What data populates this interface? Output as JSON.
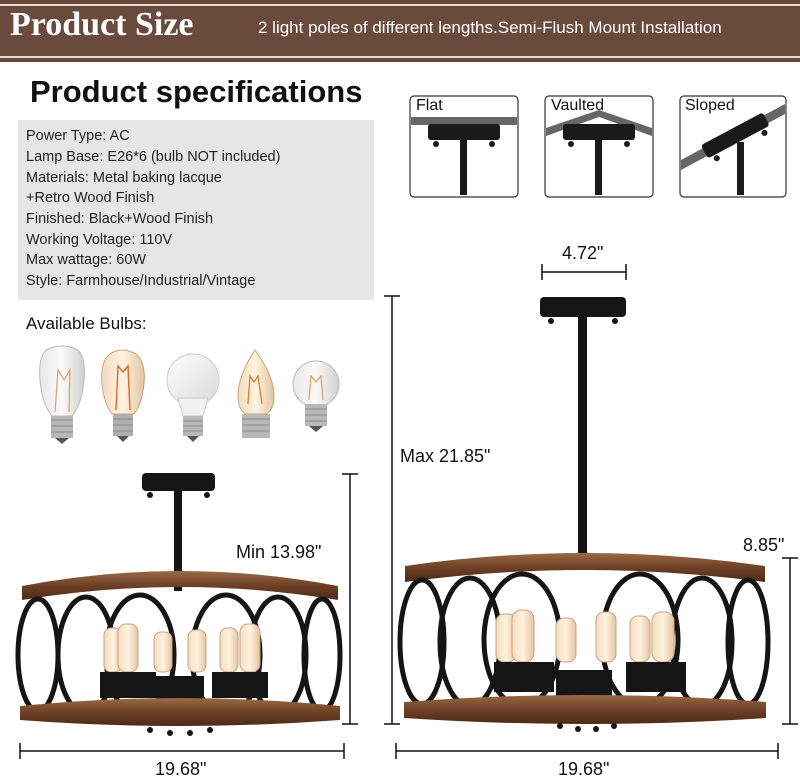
{
  "header": {
    "title": "Product Size",
    "tagline": "2 light poles of different lengths.Semi-Flush Mount Installation"
  },
  "specifications": {
    "heading": "Product specifications",
    "lines": [
      "Power Type: AC",
      "Lamp Base: E26*6  (bulb NOT included)",
      "Materials: Metal baking lacque",
      "+Retro Wood Finish",
      "Finished: Black+Wood Finish",
      "Working Voltage: 110V",
      "Max wattage: 60W",
      "Style: Farmhouse/Industrial/Vintage"
    ]
  },
  "bulbs": {
    "label": "Available Bulbs:",
    "types": [
      "st64-edison-bulb",
      "st64-amber-bulb",
      "a19-led-bulb",
      "candle-amber-bulb",
      "g25-globe-bulb"
    ]
  },
  "mount_types": [
    "Flat",
    "Vaulted",
    "Sloped"
  ],
  "dimensions": {
    "canopy_width": "4.72\"",
    "max_height": "Max 21.85\"",
    "min_height": "Min 13.98\"",
    "drum_height": "8.85\"",
    "width_left": "19.68\"",
    "width_right": "19.68\""
  },
  "colors": {
    "banner": "#6a4a3c",
    "wood": "#7a4a2a",
    "metal": "#151515",
    "spec_box": "#e6e6e6"
  }
}
